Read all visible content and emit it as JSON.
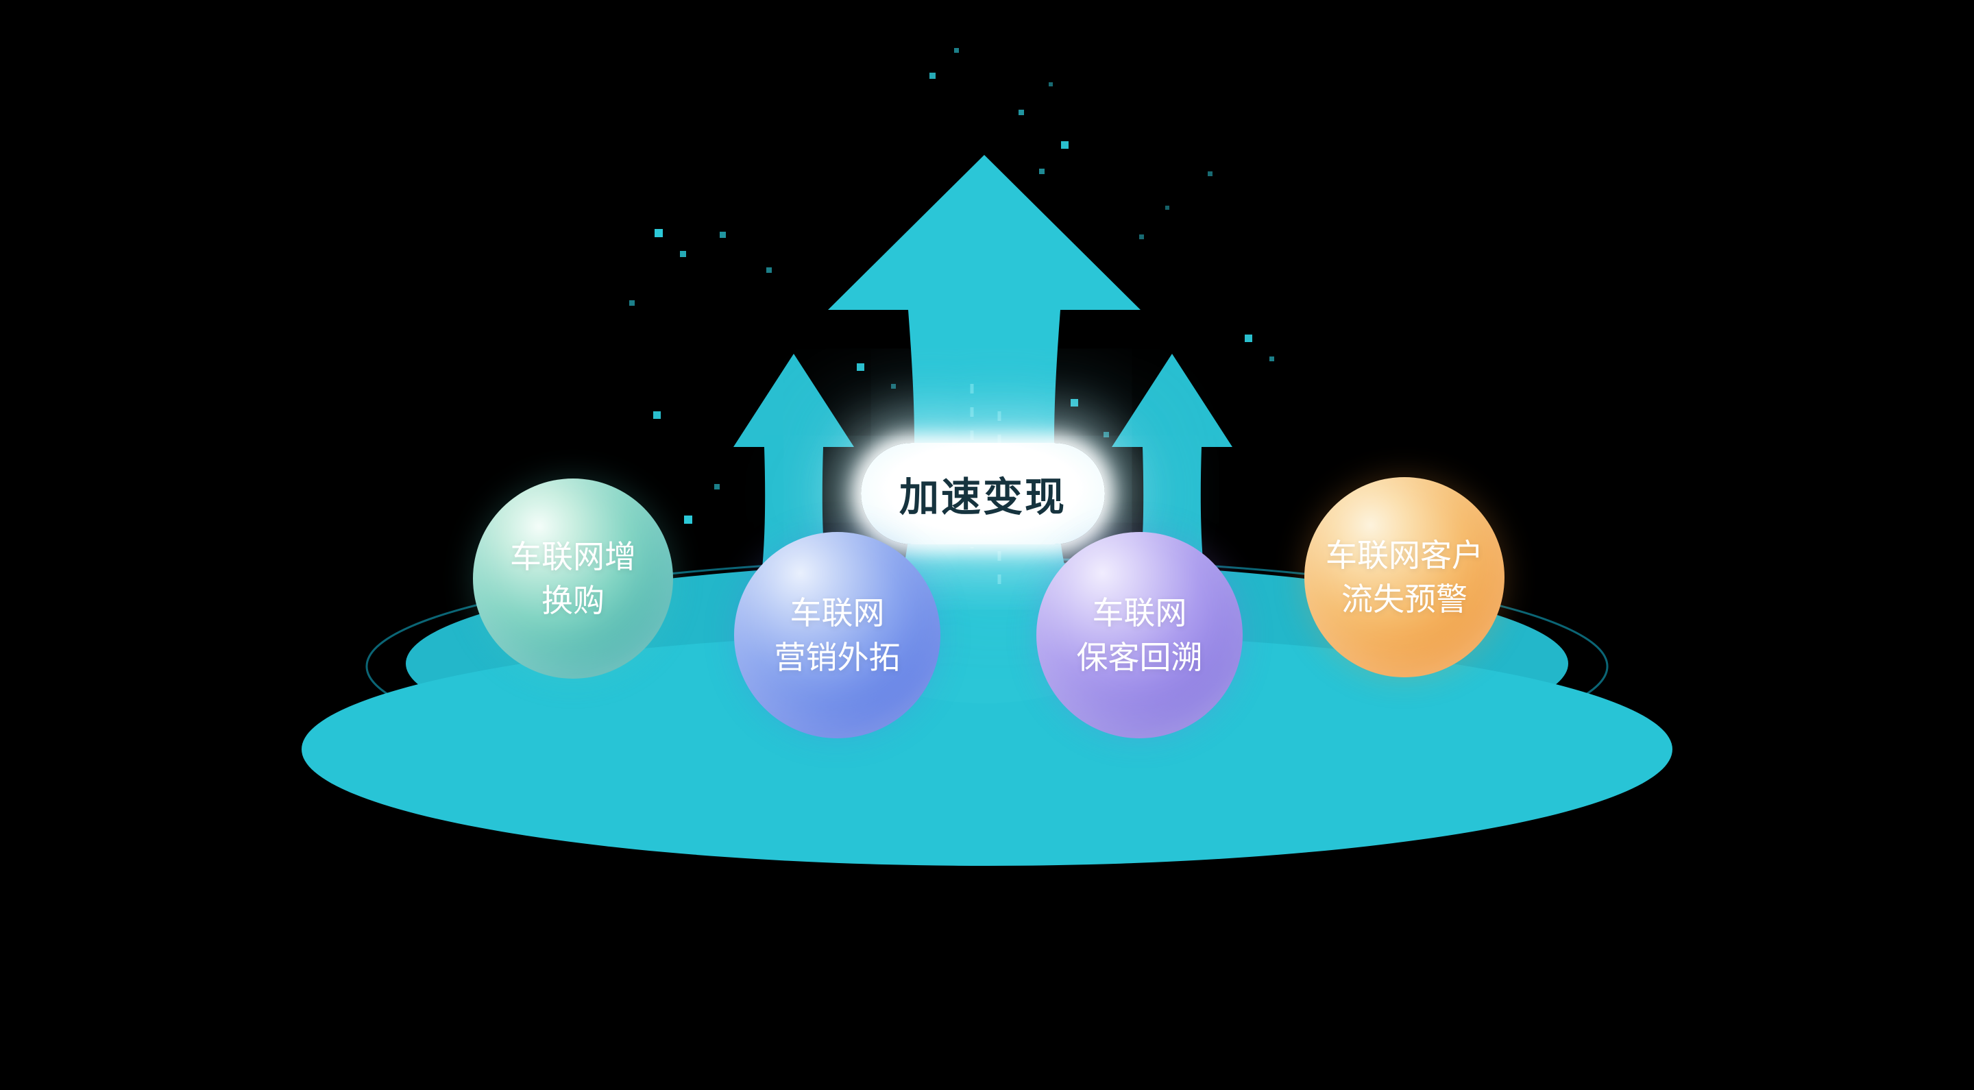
{
  "diagram": {
    "background_color": "#000000",
    "platform_color": "#28c4d6",
    "platform_top_color": "#23b7ca",
    "arrow_color": "#2bc6d7",
    "dot_color": "#2fd4e4",
    "center_label": {
      "text": "加速变现",
      "text_color": "#16333e",
      "glow_color": "#ffffff"
    },
    "spheres": [
      {
        "line1": "车联网增",
        "line2": "换购",
        "color_light": "#c8eee0",
        "color_dark": "#2f9d9c"
      },
      {
        "line1": "车联网",
        "line2": "营销外拓",
        "color_light": "#c2d2f7",
        "color_dark": "#4a66d6"
      },
      {
        "line1": "车联网",
        "line2": "保客回溯",
        "color_light": "#d6cdf8",
        "color_dark": "#7a69d4"
      },
      {
        "line1": "车联网客户",
        "line2": "流失预警",
        "color_light": "#fbdfae",
        "color_dark": "#ed8b28"
      }
    ]
  }
}
